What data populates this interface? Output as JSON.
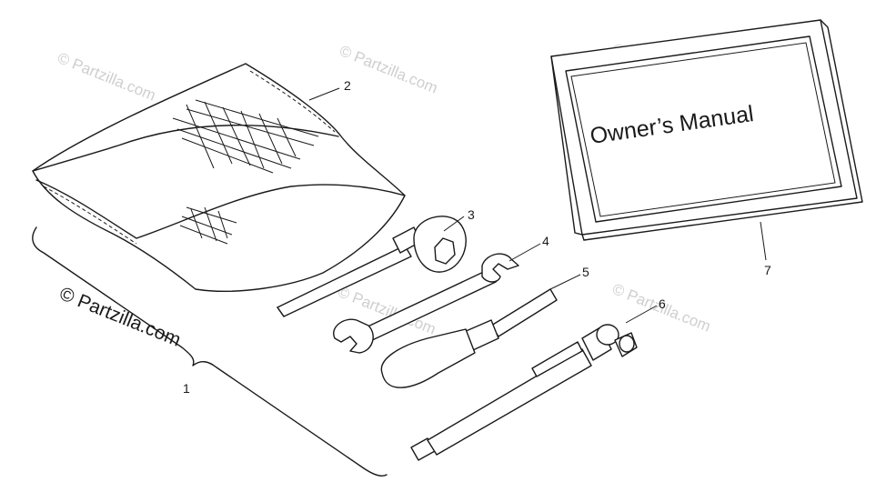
{
  "watermark": {
    "text": "© Partzilla.com",
    "color": "#cfcfcf",
    "dark_color": "#1a1a1a"
  },
  "manual": {
    "title": "Owner’s Manual"
  },
  "callouts": [
    {
      "id": "1",
      "label": "1"
    },
    {
      "id": "2",
      "label": "2"
    },
    {
      "id": "3",
      "label": "3"
    },
    {
      "id": "4",
      "label": "4"
    },
    {
      "id": "5",
      "label": "5"
    },
    {
      "id": "6",
      "label": "6"
    },
    {
      "id": "7",
      "label": "7"
    }
  ]
}
